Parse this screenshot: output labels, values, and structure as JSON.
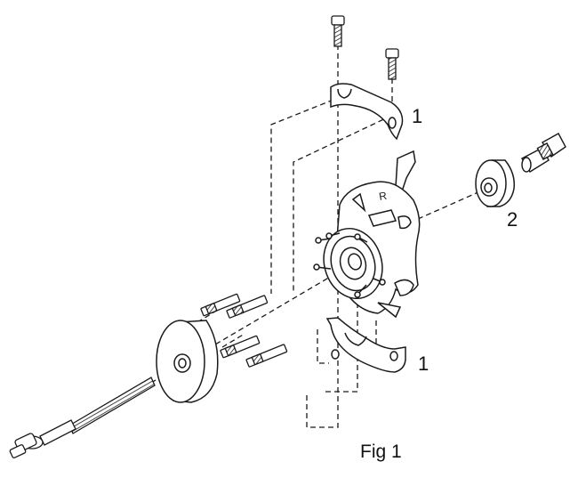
{
  "callouts": {
    "top_split_collar": "1",
    "bottom_split_collar": "1",
    "cup_with_nut": "2"
  },
  "caption": "Fig 1",
  "colors": {
    "line": "#1a1a1a",
    "background": "#ffffff"
  },
  "parts": {
    "bolts": "bolt-icon",
    "collars": "split-collar-icon",
    "hub": "wheel-hub-icon",
    "press_plate": "press-plate-icon",
    "threaded_rod": "threaded-rod-icon",
    "cup": "receiver-cup-icon",
    "nut": "hex-nut-icon"
  }
}
